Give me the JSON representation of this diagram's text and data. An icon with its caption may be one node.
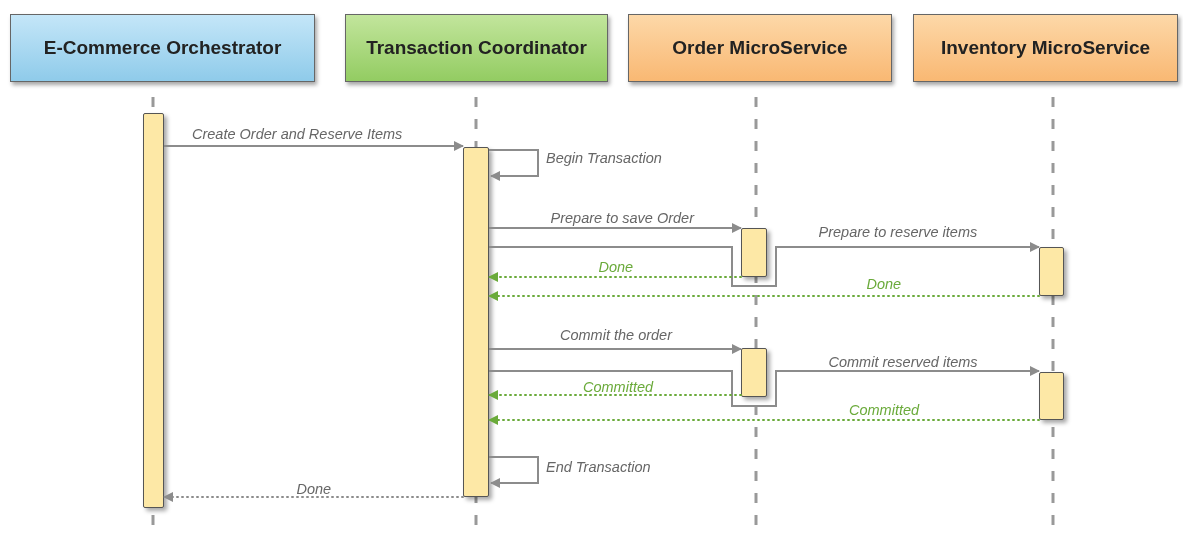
{
  "diagram": {
    "nodes": [
      {
        "text": [
          "E-Commerce Orchestrator"
        ]
      },
      {
        "text": [
          "Transaction Coordinator"
        ]
      },
      {
        "text": [
          "Order MicroService"
        ]
      },
      {
        "text": [
          "Inventory MicroService"
        ]
      },
      {
        "text": [],
        "shape": "bar"
      },
      {
        "text": [],
        "shape": "bar"
      },
      {
        "text": [],
        "shape": "bar"
      },
      {
        "text": [],
        "shape": "bar"
      },
      {
        "text": [],
        "shape": "bar"
      },
      {
        "text": [],
        "shape": "bar"
      }
    ],
    "edges": [
      {
        "from": 4,
        "to": 5,
        "arrow": "to",
        "label": "Create Order and Reserve Items"
      },
      {
        "from": 5,
        "to": 5,
        "arrow": "to",
        "label": "Begin Transaction"
      },
      {
        "from": 5,
        "to": 6,
        "arrow": "to",
        "label": "Prepare to save Order"
      },
      {
        "from": 5,
        "to": 7,
        "arrow": "to",
        "label": "Prepare to reserve items"
      },
      {
        "from": 6,
        "to": 5,
        "arrow": "to",
        "label": "Done",
        "style": "dashed",
        "color": "#6aaa3a"
      },
      {
        "from": 7,
        "to": 5,
        "arrow": "to",
        "label": "Done",
        "style": "dashed",
        "color": "#6aaa3a"
      },
      {
        "from": 5,
        "to": 8,
        "arrow": "to",
        "label": "Commit the order"
      },
      {
        "from": 5,
        "to": 9,
        "arrow": "to",
        "label": "Commit reserved items"
      },
      {
        "from": 8,
        "to": 5,
        "arrow": "to",
        "label": "Committed",
        "style": "dashed",
        "color": "#6aaa3a"
      },
      {
        "from": 9,
        "to": 5,
        "arrow": "to",
        "label": "Committed",
        "style": "dashed",
        "color": "#6aaa3a"
      },
      {
        "from": 5,
        "to": 5,
        "arrow": "to",
        "label": "End Transaction"
      },
      {
        "from": 5,
        "to": 4,
        "arrow": "to",
        "label": "Done",
        "style": "dashed"
      }
    ]
  }
}
